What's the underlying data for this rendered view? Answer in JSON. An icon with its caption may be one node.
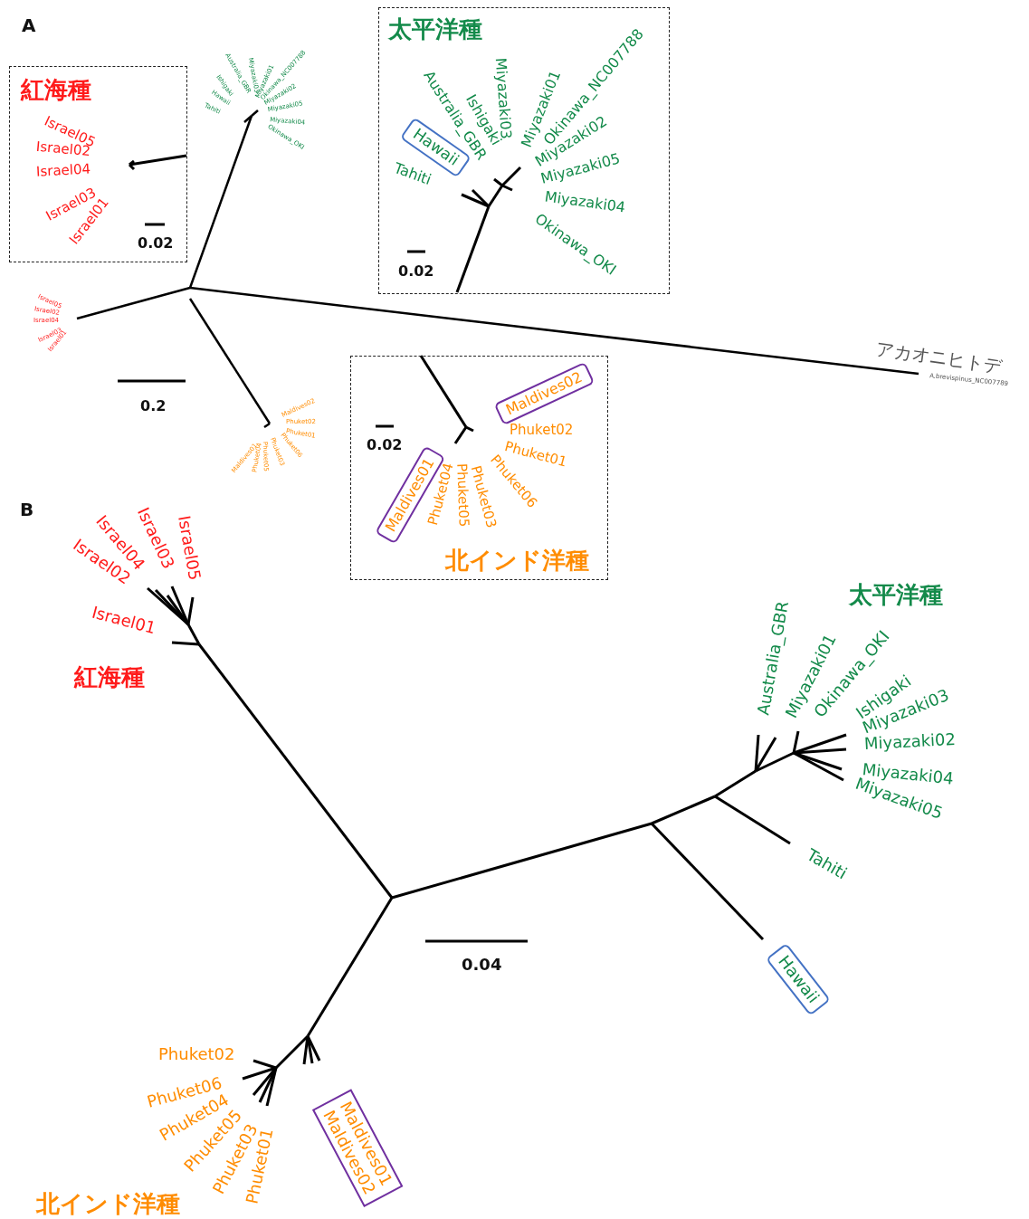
{
  "diagram": {
    "nodes": [
      {
        "text": [
          "紅海種"
        ]
      },
      {
        "text": [
          "太平洋種"
        ]
      },
      {
        "text": [
          "Hawaii"
        ],
        "in": 1
      },
      {
        "text": [
          "北インド洋種"
        ]
      },
      {
        "text": [
          "Maldives02"
        ],
        "in": 3
      },
      {
        "text": [
          "Maldives01"
        ],
        "in": 3
      },
      {
        "text": [
          "Hawaii"
        ]
      },
      {
        "text": [
          "Maldives01",
          "Maldives02"
        ]
      }
    ],
    "labels": [
      "A",
      "Australia_GBR",
      "Ishigaki",
      "Hawaii",
      "Tahiti",
      "Miyazaki03",
      "Miyazaki01",
      "Okinawa_NC007788",
      "Miyazaki02",
      "Miyazaki05",
      "Miyazaki04",
      "Okinawa_OKI",
      "Israel05",
      "Israel02",
      "Israel04",
      "Israel03",
      "Israel01",
      "0.02",
      "Australia_GBR",
      "Ishigaki",
      "Miyazaki03",
      "Miyazaki01",
      "Okinawa_NC007788",
      "Miyazaki02",
      "Miyazaki05",
      "Miyazaki04",
      "Okinawa_OKI",
      "Tahiti",
      "0.02",
      "Israel05",
      "Israel02",
      "Israel04",
      "Israel03",
      "Israel01",
      "0.2",
      "アカオニヒトデ",
      "A.brevispinus_NC007789",
      "Phuket02",
      "Phuket01",
      "Phuket06",
      "Phuket03",
      "Phuket05",
      "Phuket04",
      "0.02",
      "Maldives02",
      "Phuket02",
      "Phuket01",
      "Phuket06",
      "Phuket03",
      "Phuket05",
      "Phuket04",
      "Maldives01",
      "B",
      "Israel05",
      "Israel03",
      "Israel04",
      "Israel02",
      "Israel01",
      "紅海種",
      "太平洋種",
      "Australia_GBR",
      "Miyazaki01",
      "Okinawa_OKI",
      "Ishigaki",
      "Miyazaki03",
      "Miyazaki02",
      "Miyazaki04",
      "Miyazaki05",
      "Tahiti",
      "0.04",
      "Phuket02",
      "Phuket06",
      "Phuket04",
      "Phuket05",
      "Phuket03",
      "Phuket01",
      "北インド洋種"
    ]
  }
}
